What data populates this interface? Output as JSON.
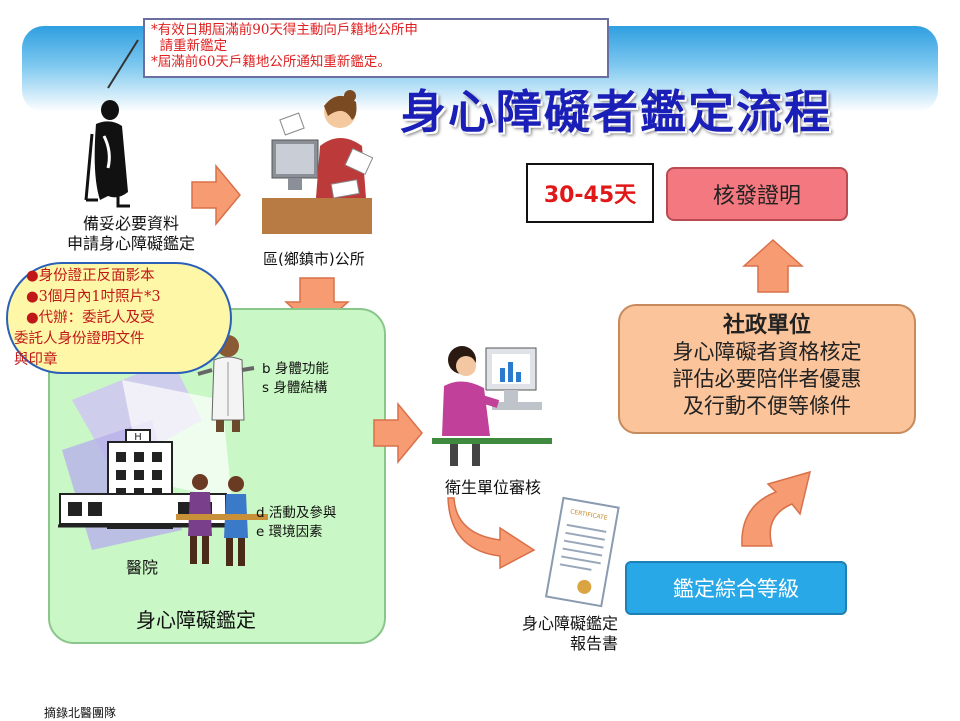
{
  "note": {
    "line1": "*有效日期屆滿前90天得主動向戶籍地公所申",
    "line2": "  請重新鑑定",
    "line3": "*屆滿前60天戶籍地公所通知重新鑑定。"
  },
  "title": "身心障礙者鑑定流程",
  "applicant": {
    "line1": "備妥必要資料",
    "line2": "申請身心障礙鑑定"
  },
  "documents": [
    "●身份證正反面影本",
    "●3個月內1吋照片*3",
    "●代辦：委託人及受",
    "委託人身份證明文件",
    "與印章"
  ],
  "office_label": "區(鄉鎮市)公所",
  "days_label": "30-45天",
  "certificate_label": "核發證明",
  "social": {
    "heading": "社政單位",
    "line1": "身心障礙者資格核定",
    "line2": "評估必要陪伴者優惠",
    "line3": "及行動不便等條件"
  },
  "hospital": {
    "b_label": "b 身體功能",
    "s_label": "s 身體結構",
    "d_label": "d 活動及參與",
    "e_label": "e 環境因素",
    "hospital_label": "醫院",
    "box_title": "身心障礙鑑定"
  },
  "health_review_label": "衛生單位審核",
  "report": {
    "line1": "身心障礙鑑定",
    "line2": "報告書",
    "doc_text": "CERTIFICATE"
  },
  "grade_label": "鑑定綜合等級",
  "footer": "摘錄北醫團隊",
  "colors": {
    "title": "#1a1fb8",
    "arrow": "#f79b72",
    "certificate_box": "#f4787f",
    "social_box": "#fbc49b",
    "grade_box": "#29a8e8",
    "hospital_box": "#c9f7c5",
    "documents_box": "#fff7a8"
  }
}
